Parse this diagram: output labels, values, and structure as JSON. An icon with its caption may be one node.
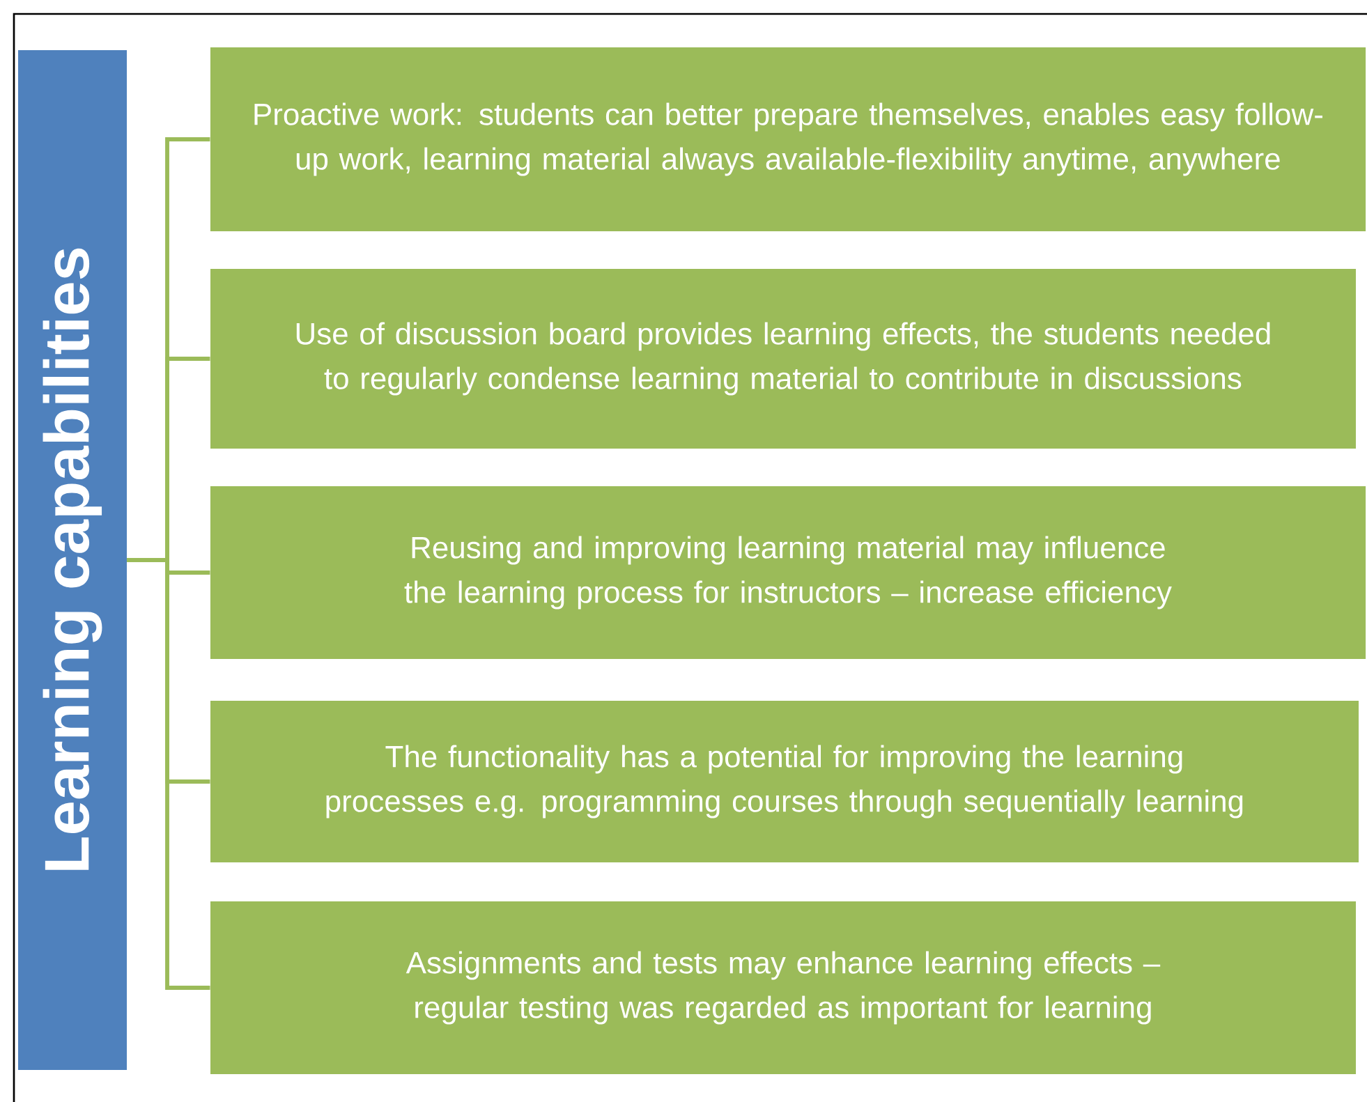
{
  "diagram": {
    "nodes": [
      {
        "text": [
          "Learning capabilities"
        ]
      },
      {
        "text": [
          "Proactive work: students can better prepare themselves, enables easy follow-up work, learning material always available-flexibility anytime, anywhere"
        ]
      },
      {
        "text": [
          "Use of discussion board provides learning effects, the students needed to regularly condense learning material to contribute in discussions"
        ]
      },
      {
        "text": [
          "Reusing and improving learning material may influence the learning process for instructors – increase efficiency"
        ]
      },
      {
        "text": [
          "The functionality has a potential for improving the learning processes e.g. programming courses through sequentially learning"
        ]
      },
      {
        "text": [
          "Assignments and tests may enhance learning effects – regular testing was regarded as important for learning"
        ]
      }
    ],
    "edges": [
      {
        "from": 0,
        "to": 1,
        "arrow": "none"
      },
      {
        "from": 0,
        "to": 2,
        "arrow": "none"
      },
      {
        "from": 0,
        "to": 3,
        "arrow": "none"
      },
      {
        "from": 0,
        "to": 4,
        "arrow": "none"
      },
      {
        "from": 0,
        "to": 5,
        "arrow": "none"
      }
    ]
  }
}
